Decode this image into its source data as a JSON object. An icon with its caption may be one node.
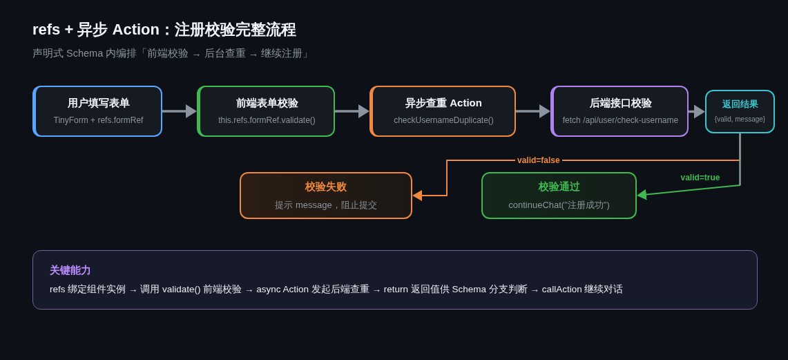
{
  "diagram": {
    "title": "refs + 异步 Action：注册校验完整流程",
    "nodes": [
      {
        "text": [
          "用户填写表单",
          "TinyForm + refs.formRef"
        ]
      },
      {
        "text": [
          "前端表单校验",
          "this.refs.formRef.validate()"
        ]
      },
      {
        "text": [
          "异步查重 Action",
          "checkUsernameDuplicate()"
        ]
      },
      {
        "text": [
          "后端接口校验",
          "fetch /api/user/check-username"
        ]
      },
      {
        "text": [
          "返回结果",
          "{valid, message}"
        ]
      },
      {
        "text": [
          "校验失败",
          "提示 message，阻止提交"
        ]
      },
      {
        "text": [
          "校验通过",
          "continueChat(\"注册成功\")"
        ]
      },
      {
        "text": [
          "关键能力",
          "refs 绑定组件实例 → 调用 validate() 前端校验 → async Action 发起后端查重 → return 返回值供 Schema 分支判断 → callAction 继续对话"
        ]
      }
    ],
    "edges": [
      {
        "from": 0,
        "to": 1,
        "arrow": "to"
      },
      {
        "from": 1,
        "to": 2,
        "arrow": "to"
      },
      {
        "from": 2,
        "to": 3,
        "arrow": "to"
      },
      {
        "from": 3,
        "to": 4,
        "arrow": "to"
      },
      {
        "from": 4,
        "to": 5,
        "arrow": "to",
        "label": "valid=false",
        "color": "#f0883e"
      },
      {
        "from": 4,
        "to": 6,
        "arrow": "to",
        "label": "valid=true",
        "color": "#3fb950"
      }
    ],
    "labels": [
      "声明式 Schema 内编排「前端校验 → 后台查重 → 继续注册」"
    ]
  }
}
